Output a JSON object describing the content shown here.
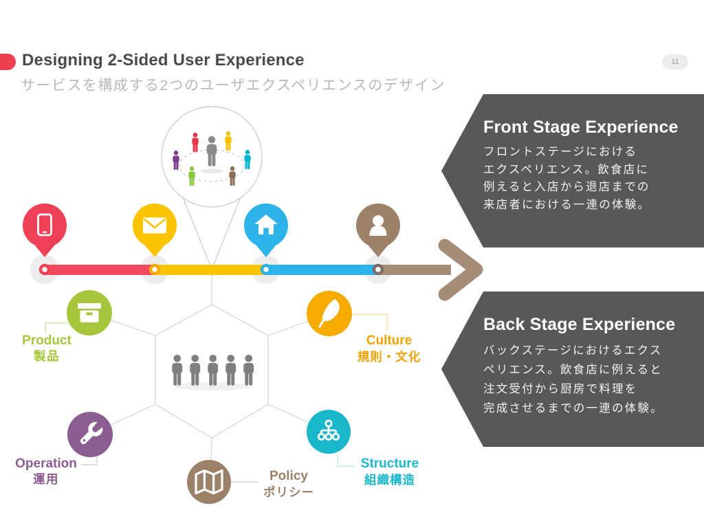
{
  "header": {
    "title": "Designing 2-Sided User Experience",
    "subtitle": "サービスを構成する2つのユーザエクスペリエンスのデザイン",
    "page_number": "11",
    "accent_color": "#ee404e"
  },
  "banners": {
    "background_color": "#58585a",
    "front": {
      "title": "Front Stage Experience",
      "body": "フロントステージにおける\nエクスペリエンス。飲食店に\n例えると入店から退店までの\n来店者における一連の体験。"
    },
    "back": {
      "title": "Back Stage Experience",
      "body": "バックステージにおけるエクス\nペリエンス。飲食店に例えると\n注文受付から厨房で料理を\n完成させるまでの一連の体験。"
    }
  },
  "timeline": {
    "stations": [
      {
        "icon": "smartphone-icon",
        "color": "#ee4156",
        "ring": "#ee4156"
      },
      {
        "icon": "envelope-icon",
        "color": "#fbc400",
        "ring": "#f5a900"
      },
      {
        "icon": "home-icon",
        "color": "#2eb3e8",
        "ring": "#2bb0e6"
      },
      {
        "icon": "person-icon",
        "color": "#9b8269",
        "ring": "#7d6e63"
      }
    ],
    "segments": [
      "#f2495c",
      "#fbc400",
      "#2eb3e8",
      "#a58d77"
    ],
    "arrow_color": "#a58d77"
  },
  "balloon": {
    "people": [
      {
        "role": "center",
        "color": "#8a8a8a"
      },
      {
        "role": "red",
        "color": "#e8344a"
      },
      {
        "role": "yellow",
        "color": "#f7c200"
      },
      {
        "role": "purple",
        "color": "#7c3f8c"
      },
      {
        "role": "teal",
        "color": "#00b5cc"
      },
      {
        "role": "green",
        "color": "#8dc63f"
      },
      {
        "role": "brown",
        "color": "#8a6e57"
      }
    ]
  },
  "hexagon": {
    "people_color": "#7f7f7f",
    "nodes": [
      {
        "id": "product",
        "label_en": "Product",
        "label_ja": "製品",
        "color": "#a5c63c",
        "icon": "box-icon"
      },
      {
        "id": "culture",
        "label_en": "Culture",
        "label_ja": "規則・文化",
        "color": "#f5ab00",
        "icon": "feather-icon"
      },
      {
        "id": "operation",
        "label_en": "Operation",
        "label_ja": "運用",
        "color": "#8c5d91",
        "icon": "wrench-icon"
      },
      {
        "id": "policy",
        "label_en": "Policy",
        "label_ja": "ポリシー",
        "color": "#9b8168",
        "icon": "map-icon"
      },
      {
        "id": "structure",
        "label_en": "Structure",
        "label_ja": "組織構造",
        "color": "#1ab6cb",
        "icon": "org-chart-icon"
      }
    ]
  }
}
